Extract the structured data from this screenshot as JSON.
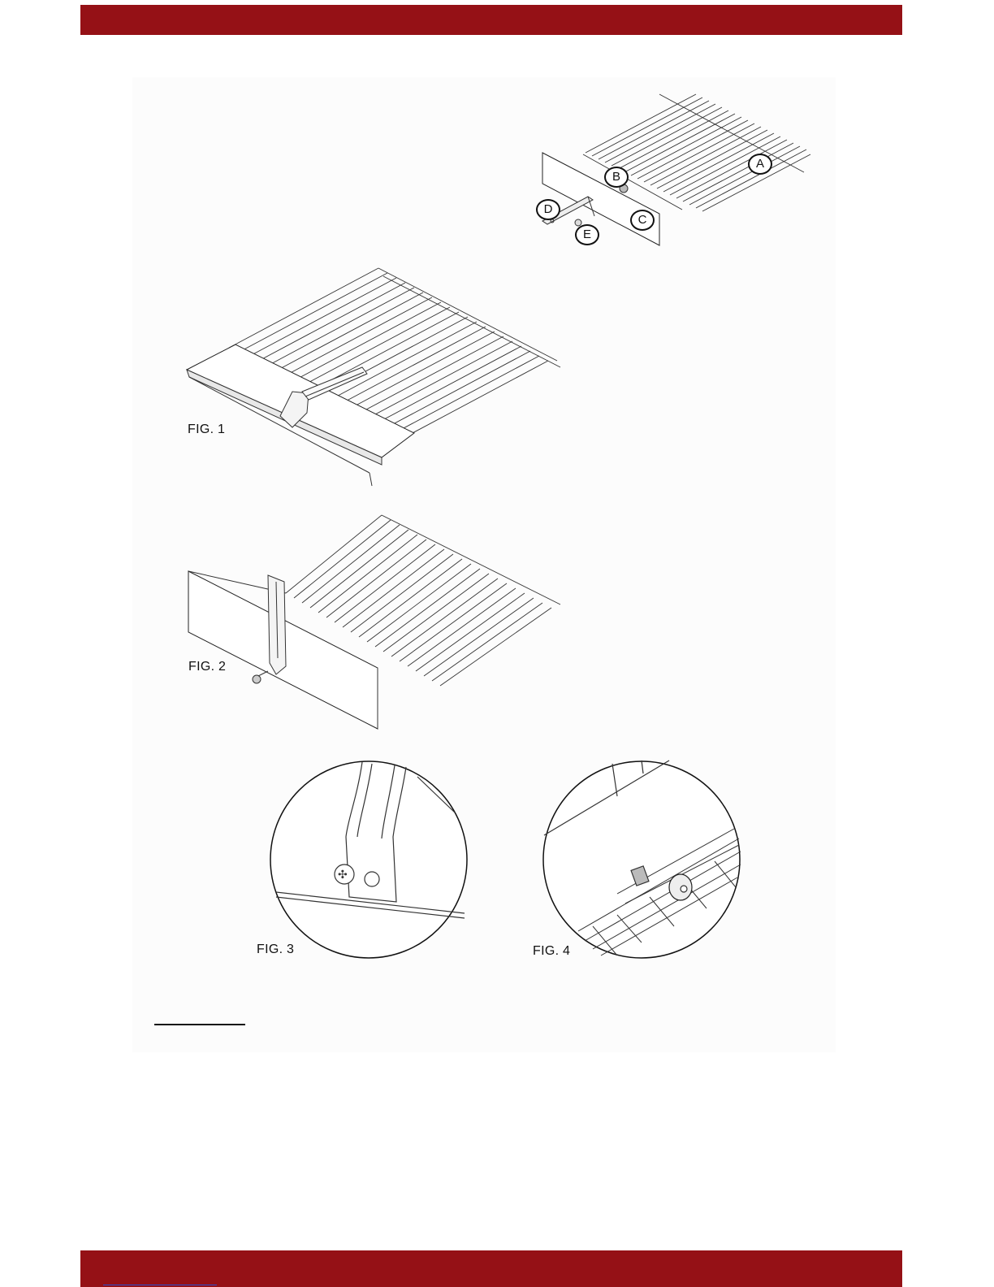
{
  "header": {
    "bar_color": "#951116"
  },
  "footer": {
    "bar_color": "#951116"
  },
  "figures": {
    "callouts": {
      "a": "A",
      "b": "B",
      "c": "C",
      "d": "D",
      "e": "E"
    },
    "fig1_label": "FIG. 1",
    "fig2_label": "FIG. 2",
    "fig3_label": "FIG. 3",
    "fig4_label": "FIG. 4"
  }
}
